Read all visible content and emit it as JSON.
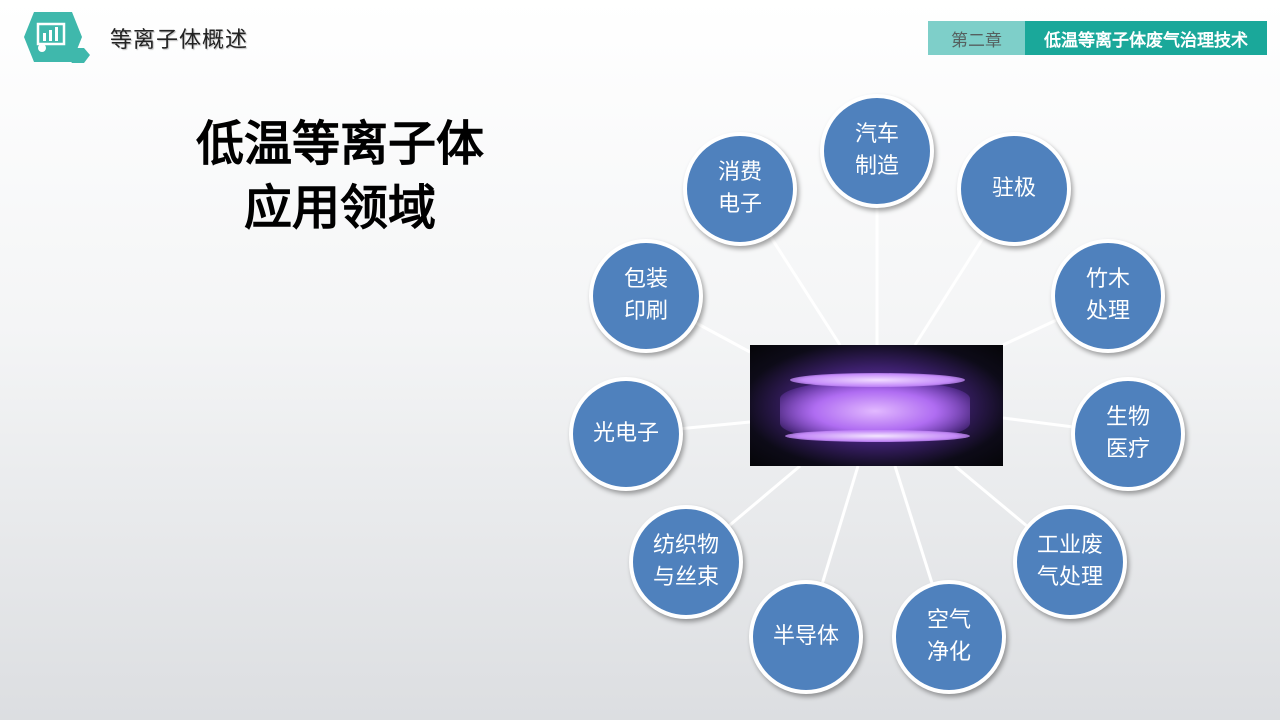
{
  "header": {
    "section_title": "等离子体概述",
    "chapter_num": "第二章",
    "chapter_name": "低温等离子体废气治理技术"
  },
  "main_title": {
    "line1": "低温等离子体",
    "line2": "应用领域"
  },
  "center_image": {
    "name": "plasma-discharge-photo"
  },
  "nodes": [
    {
      "label": "汽车\n制造"
    },
    {
      "label": "驻极"
    },
    {
      "label": "竹木\n处理"
    },
    {
      "label": "生物\n医疗"
    },
    {
      "label": "工业废\n气处理"
    },
    {
      "label": "空气\n净化"
    },
    {
      "label": "半导体"
    },
    {
      "label": "纺织物\n与丝束"
    },
    {
      "label": "光电子"
    },
    {
      "label": "包装\n印刷"
    },
    {
      "label": "消费\n电子"
    }
  ],
  "colors": {
    "node_fill": "#4f81bd",
    "chapter_dark": "#1aa89a",
    "chapter_light": "#7ecfc9",
    "logo": "#3fb8ac"
  }
}
